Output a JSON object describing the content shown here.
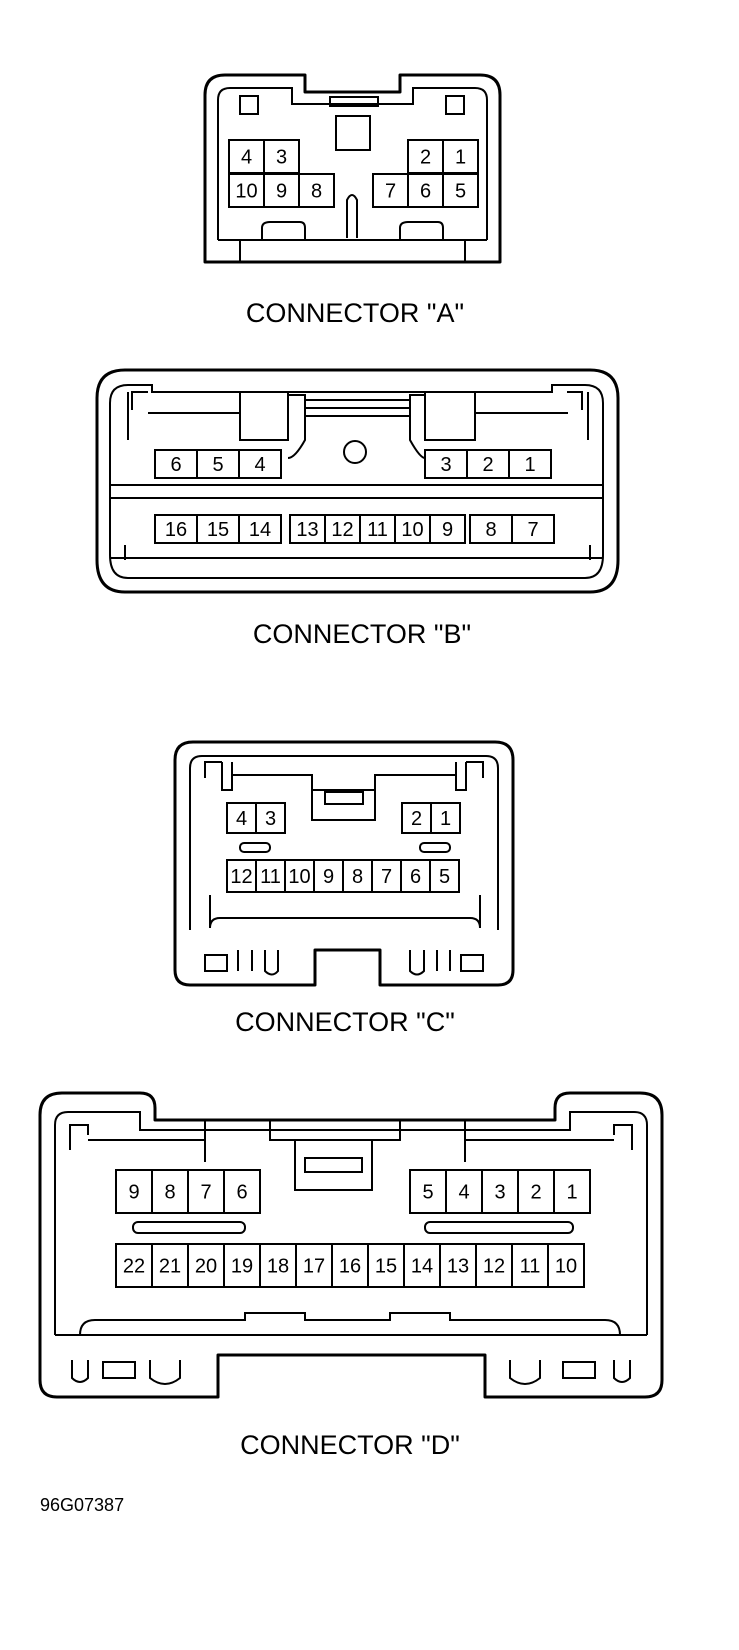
{
  "connectors": [
    {
      "caption": "CONNECTOR \"A\"",
      "rows": [
        [
          "4",
          "3",
          "2",
          "1"
        ],
        [
          "10",
          "9",
          "8",
          "7",
          "6",
          "5"
        ]
      ]
    },
    {
      "caption": "CONNECTOR \"B\"",
      "rows": [
        [
          "6",
          "5",
          "4",
          "3",
          "2",
          "1"
        ],
        [
          "16",
          "15",
          "14",
          "13",
          "12",
          "11",
          "10",
          "9",
          "8",
          "7"
        ]
      ]
    },
    {
      "caption": "CONNECTOR \"C\"",
      "rows": [
        [
          "4",
          "3",
          "2",
          "1"
        ],
        [
          "12",
          "11",
          "10",
          "9",
          "8",
          "7",
          "6",
          "5"
        ]
      ]
    },
    {
      "caption": "CONNECTOR \"D\"",
      "rows": [
        [
          "9",
          "8",
          "7",
          "6",
          "5",
          "4",
          "3",
          "2",
          "1"
        ],
        [
          "22",
          "21",
          "20",
          "19",
          "18",
          "17",
          "16",
          "15",
          "14",
          "13",
          "12",
          "11",
          "10"
        ]
      ]
    }
  ],
  "figure_id": "96G07387"
}
